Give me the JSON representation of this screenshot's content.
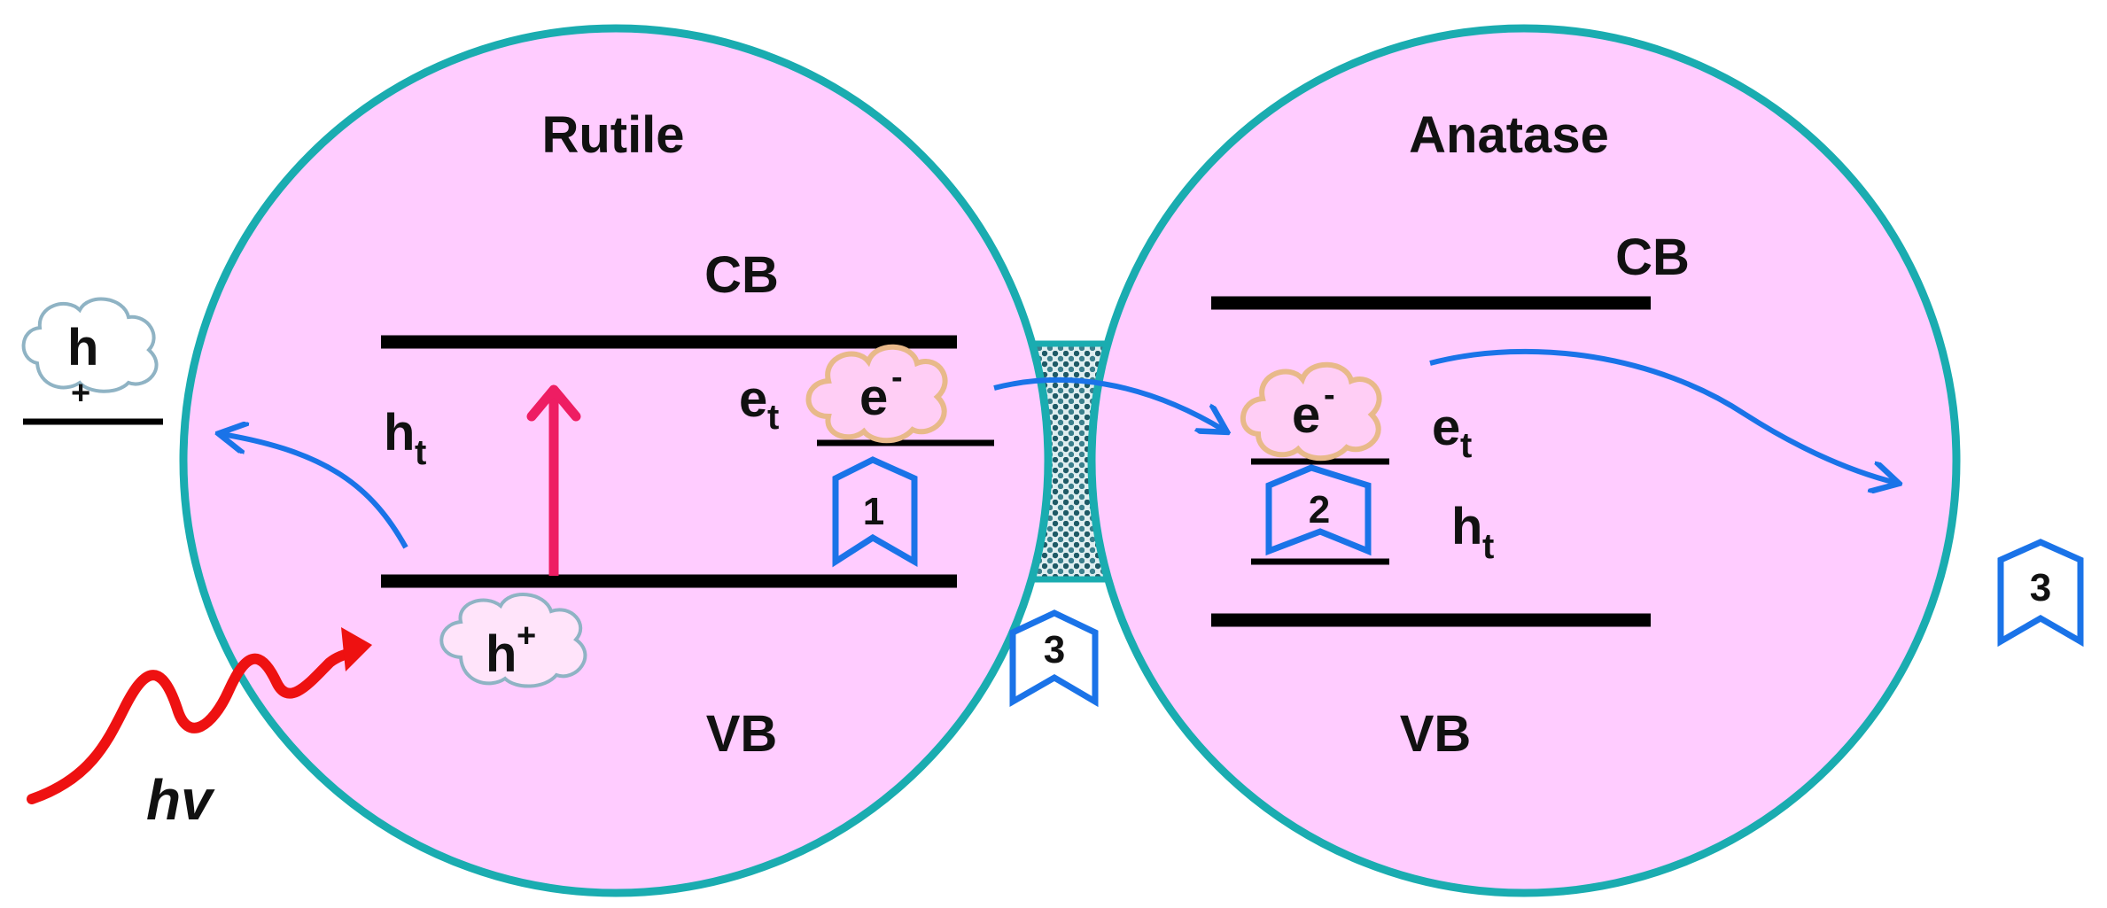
{
  "rutile": {
    "title": "Rutile",
    "cb": "CB",
    "vb": "VB",
    "ht": "h",
    "ht_sub": "t",
    "et": "e",
    "et_sub": "t",
    "electron": "e",
    "electron_sup": "-",
    "hole": "h",
    "hole_sup": "+",
    "marker": "1"
  },
  "anatase": {
    "title": "Anatase",
    "cb": "CB",
    "vb": "VB",
    "et": "e",
    "et_sub": "t",
    "ht": "h",
    "ht_sub": "t",
    "electron": "e",
    "electron_sup": "-",
    "marker": "2"
  },
  "interface_marker": "3",
  "right_marker": "3",
  "outside_hole": {
    "label": "h",
    "sign": "+"
  },
  "light": "hv",
  "colors": {
    "particle_fill": "#ffccff",
    "particle_stroke": "#1aacb0",
    "band": "#000000",
    "arrow_blue": "#1a73e8",
    "excitation": "#ee1d63",
    "light": "#ee1111",
    "cloud_electron": "#e8b98a",
    "cloud_hole": "#8fb3c4",
    "interface": "#2e6b7a"
  }
}
